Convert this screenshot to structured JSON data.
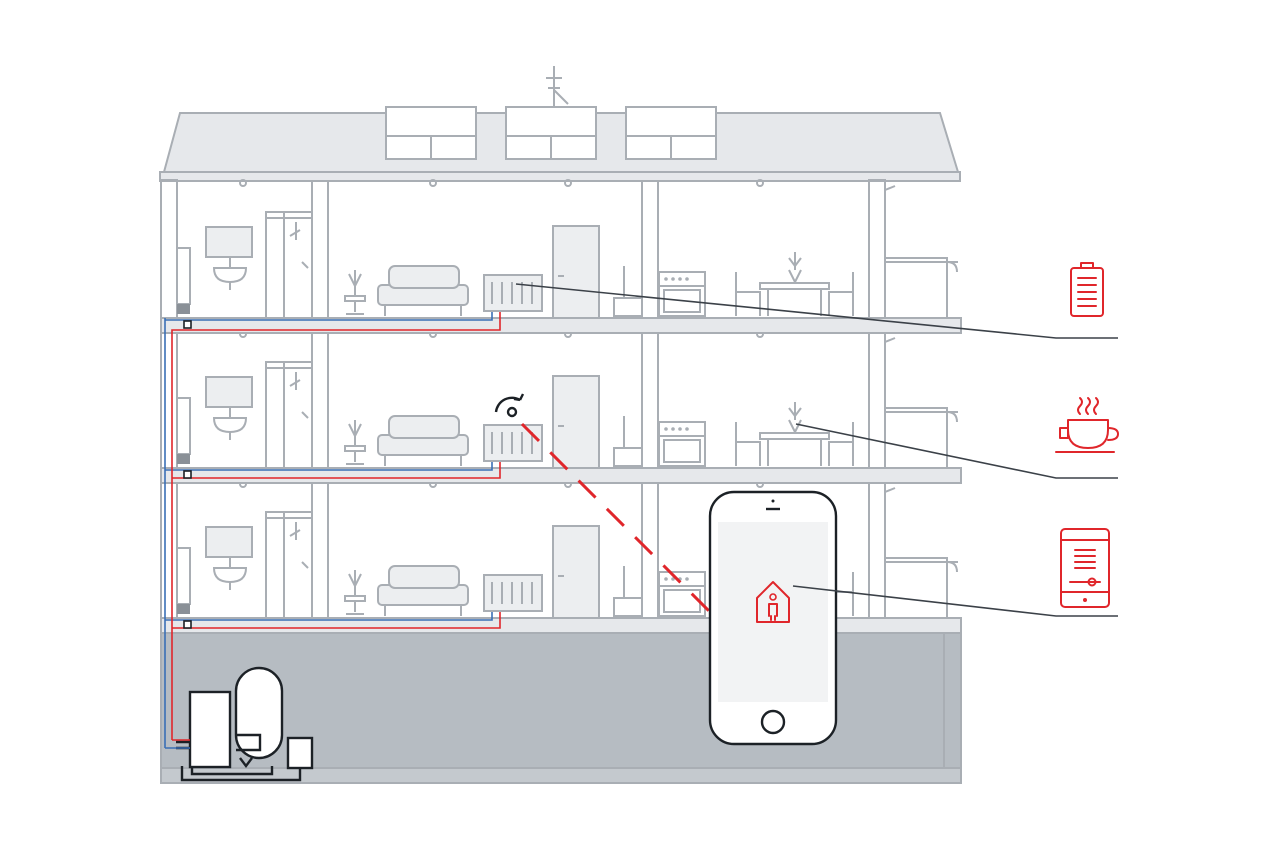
{
  "diagram": {
    "colors": {
      "background": "#ffffff",
      "building_fill": "#e6e8eb",
      "building_stroke": "#a9aeb4",
      "basement_fill": "#b6bcc2",
      "supply_pipe": "#e0262b",
      "return_pipe": "#3a6fb5",
      "callout_line": "#3b4148",
      "accent": "#e0262b"
    },
    "floors": [
      {
        "name": "top-floor",
        "rooms": [
          "bathroom",
          "living-room",
          "kitchen-dining"
        ]
      },
      {
        "name": "middle-floor",
        "rooms": [
          "bathroom",
          "living-room",
          "kitchen-dining"
        ]
      },
      {
        "name": "ground-floor",
        "rooms": [
          "bathroom",
          "living-room",
          "kitchen-dining"
        ]
      }
    ],
    "callouts": [
      {
        "icon": "battery-icon",
        "target": "radiator-top-floor"
      },
      {
        "icon": "coffee-cup-icon",
        "target": "plant-middle-floor"
      },
      {
        "icon": "smartphone-control-icon",
        "target": "smartphone-app"
      }
    ],
    "smartphone": {
      "app_icon": "smart-home-icon"
    },
    "wireless_link": {
      "from": "thermostat-icon",
      "to": "smartphone-app",
      "style": "dashed"
    }
  }
}
